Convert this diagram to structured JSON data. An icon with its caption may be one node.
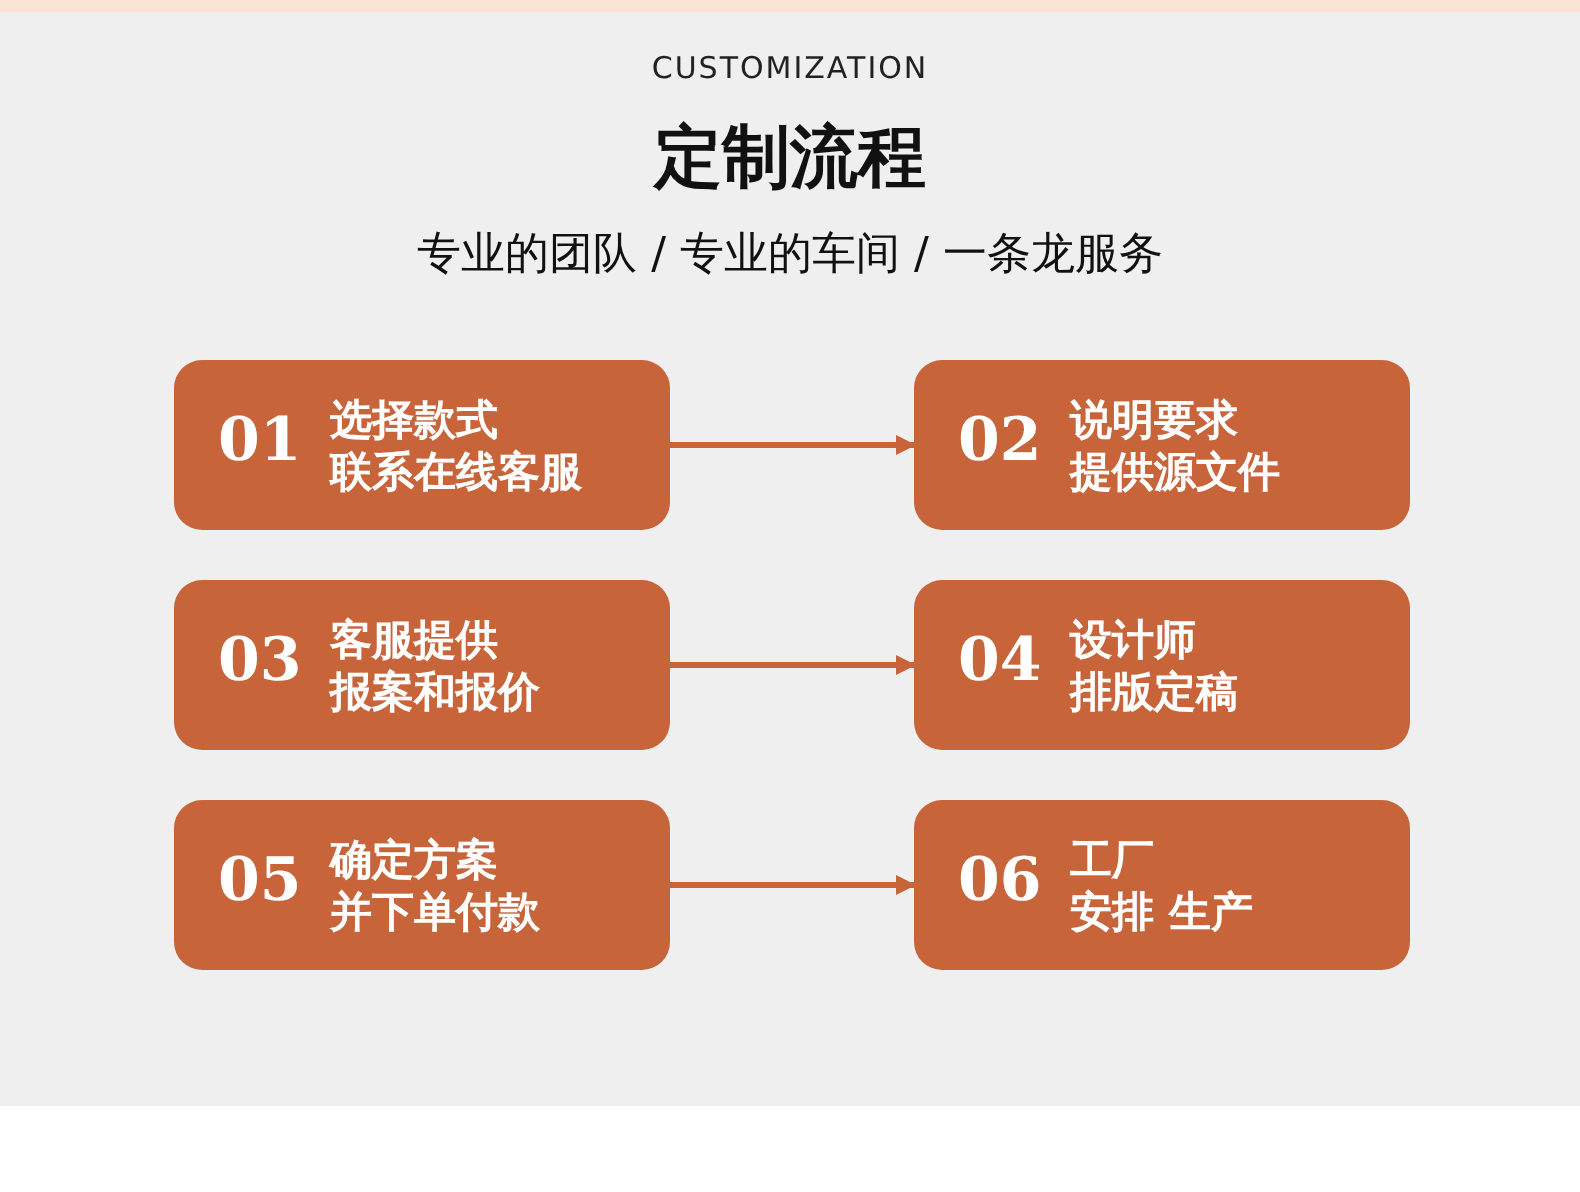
{
  "diagram": {
    "title": "定制流程",
    "nodes": [
      {
        "text": [
          "01",
          "选择款式",
          "联系在线客服"
        ]
      },
      {
        "text": [
          "02",
          "说明要求",
          "提供源文件"
        ]
      },
      {
        "text": [
          "03",
          "客服提供",
          "报案和报价"
        ]
      },
      {
        "text": [
          "04",
          "设计师",
          "排版定稿"
        ]
      },
      {
        "text": [
          "05",
          "确定方案",
          "并下单付款"
        ]
      },
      {
        "text": [
          "06",
          "工厂",
          "安排 生产"
        ]
      }
    ],
    "edges": [
      {
        "from": 0,
        "to": 1,
        "arrow": "to"
      },
      {
        "from": 2,
        "to": 3,
        "arrow": "to"
      },
      {
        "from": 4,
        "to": 5,
        "arrow": "to"
      }
    ],
    "labels": [
      "CUSTOMIZATION",
      "专业的团队 / 专业的车间 / 一条龙服务"
    ]
  }
}
